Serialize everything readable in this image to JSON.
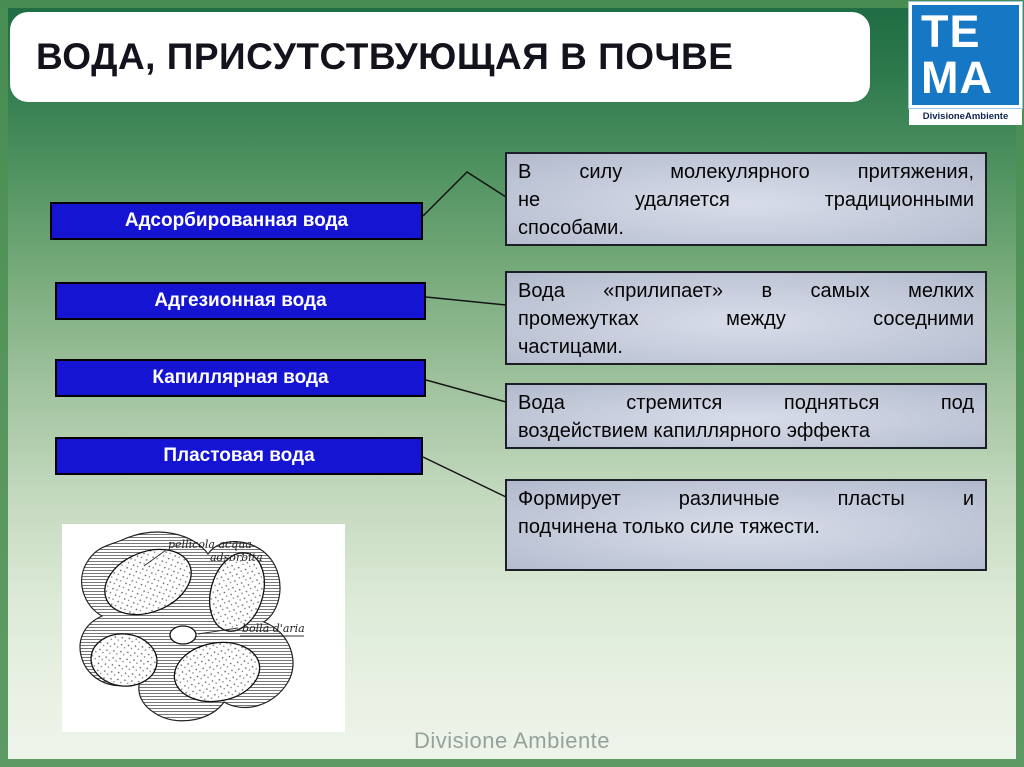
{
  "slide": {
    "title": "ВОДА, ПРИСУТСТВУЮЩАЯ В ПОЧВЕ",
    "footer": "Divisione Ambiente"
  },
  "logo": {
    "line1": "TE",
    "line2": "MA",
    "caption": "DivisioneAmbiente"
  },
  "items": [
    {
      "label": "Адсорбированная вода",
      "description_lines": [
        "В силу молекулярного притяжения,",
        "не удаляется традиционными",
        "способами."
      ]
    },
    {
      "label": "Адгезионная вода",
      "description_lines": [
        "Вода «прилипает» в самых мелких",
        "промежутках между соседними",
        "частицами."
      ]
    },
    {
      "label": "Капиллярная вода",
      "description_lines": [
        "Вода стремится подняться под",
        "воздействием капиллярного эффекта"
      ]
    },
    {
      "label": "Пластовая вода",
      "description_lines": [
        "Формирует различные пласты и",
        "подчинена только силе тяжести."
      ]
    }
  ],
  "diagram": {
    "label_film_line1": "pellicola acqua",
    "label_film_line2": "adsorbita",
    "label_bubble": "bolla d'aria"
  },
  "colors": {
    "label_box_blue": "#1414d2",
    "callout_fill": "#aeb6ca",
    "logo_blue": "#1677c5",
    "background_top_green": "#1f6b42",
    "background_bottom_green": "#eef4ea",
    "frame_green": "#4e9054"
  }
}
